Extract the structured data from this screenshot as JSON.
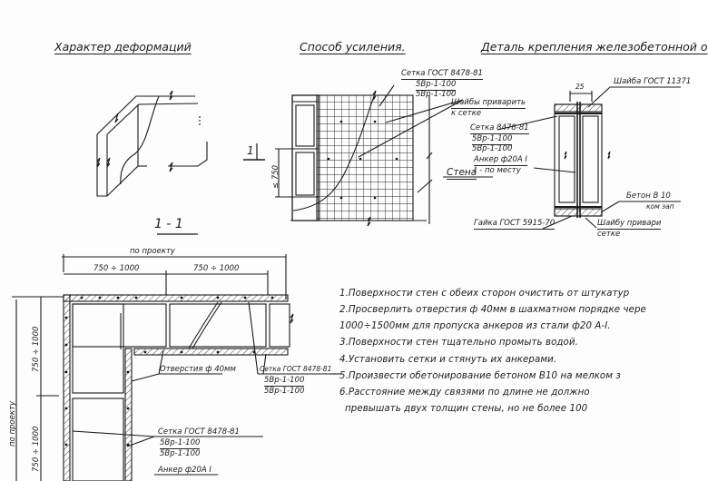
{
  "titles": {
    "deformation": "Характер деформаций",
    "reinforcement": "Способ усиления.",
    "detail": "Деталь крепления железобетонной о",
    "section": "1 - 1"
  },
  "reinforcement_labels": {
    "mesh_gost": "Сетка ГОСТ 8478-81",
    "mesh_spec_1": "5Вр-1-100",
    "mesh_spec_2": "5Вр-1-100",
    "washers_weld_1": "Шайбы приварить",
    "washers_weld_2": "к сетке",
    "mesh_2": "Сетка 8478-81",
    "mesh_2_spec_1": "5Вр-1-100",
    "mesh_2_spec_2": "5Вр-1-100",
    "anchor": "Анкер ф20А I",
    "anchor_sub": "ℓ - по месту",
    "wall": "Стена",
    "dim_750": "≤ 750",
    "section_mark": "1"
  },
  "detail_labels": {
    "dim_25": "25",
    "washer_gost": "Шайба ГОСТ 11371",
    "concrete": "Бетон В 10",
    "concrete_sub": "ком зап",
    "nut": "Гайка ГОСТ 5915-70",
    "washer_weld_1": "Шайбу привари",
    "washer_weld_2": "сетке"
  },
  "section_labels": {
    "by_project_top": "по проекту",
    "dim_a": "750 ÷ 1000",
    "dim_b": "750 ÷ 1000",
    "dim_left_a": "750 ÷ 1000",
    "dim_left_b": "750 ÷ 1000",
    "by_project_left": "по проекту",
    "holes": "Отверстия ф 40мм",
    "mesh_gost_a": "Сетка ГОСТ 8478-81",
    "mesh_a_spec_1": "5Вр-1-100",
    "mesh_a_spec_2": "5Вр-1-100",
    "mesh_gost_b": "Сетка ГОСТ 8478-81",
    "mesh_b_spec_1": "5Вр-1-100",
    "mesh_b_spec_2": "5Вр-1-100",
    "anchor": "Анкер ф20А I"
  },
  "notes": [
    "1.Поверхности стен с обеих сторон очистить от штукатур",
    "2.Просверлить отверстия ф 40мм в шахматном порядке чере",
    "1000÷1500мм для пропуска анкеров из стали ф20 А-I.",
    "3.Поверхности стен тщательно промыть водой.",
    "4.Установить сетки и стянуть их анкерами.",
    "5.Произвести обетонирование бетоном В10 на мелком з",
    "6.Расстояние между связями по длине не должно",
    "превышать двух толщин стены, но не более 100"
  ]
}
